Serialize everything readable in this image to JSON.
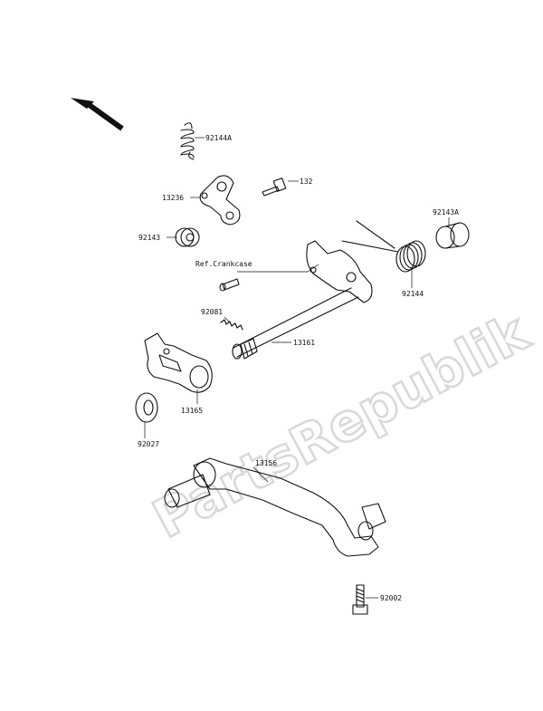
{
  "diagram": {
    "watermark": "PartsRepublik",
    "labels": {
      "p92144A": "92144A",
      "p132": "132",
      "p13236": "13236",
      "p92143": "92143",
      "p92143A": "92143A",
      "ref_crankcase": "Ref.Crankcase",
      "p92144": "92144",
      "p92081": "92081",
      "p13161": "13161",
      "p13165": "13165",
      "p92027": "92027",
      "p13156": "13156",
      "p92002": "92002"
    }
  }
}
